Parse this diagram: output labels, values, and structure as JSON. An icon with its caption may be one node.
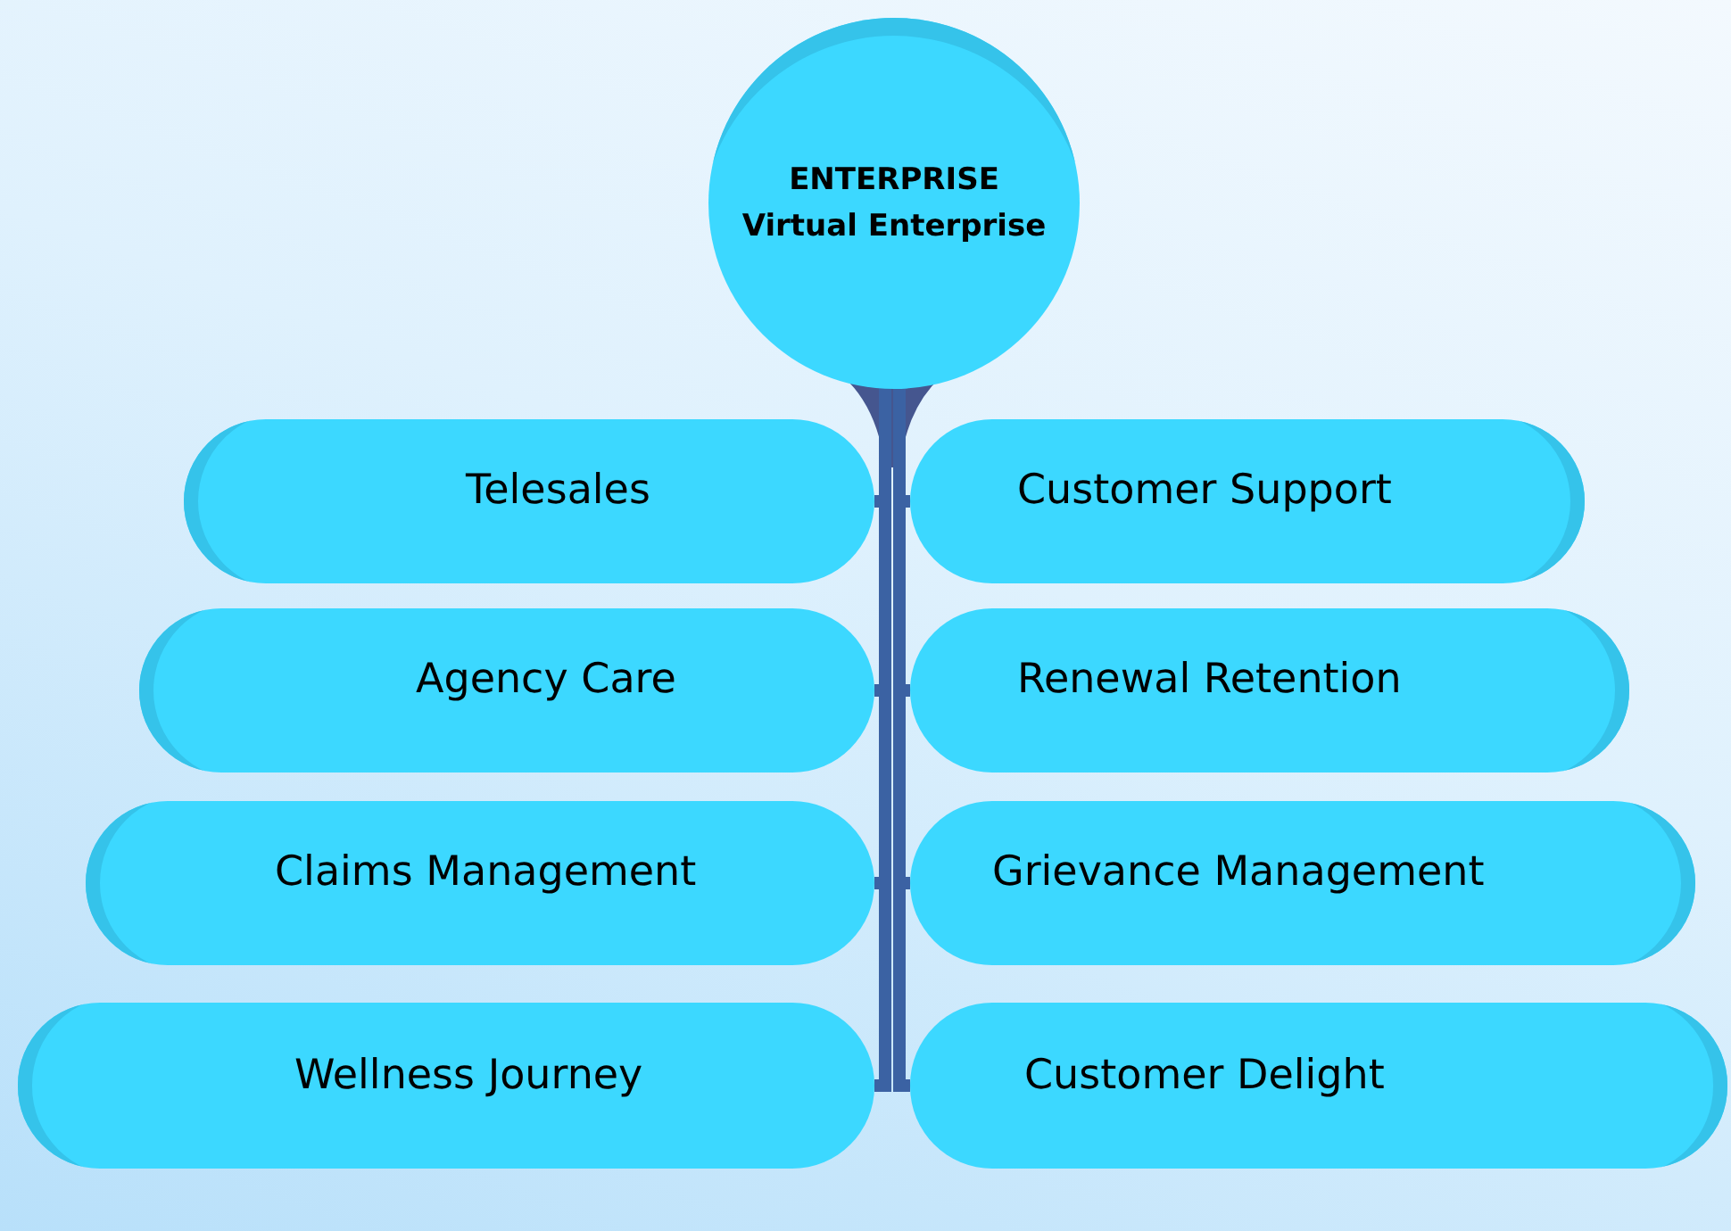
{
  "diagram": {
    "nodes": [
      {
        "text": [
          "ENTERPRISE",
          "Virtual Enterprise"
        ]
      },
      {
        "text": [
          "Telesales"
        ]
      },
      {
        "text": [
          "Customer Support"
        ]
      },
      {
        "text": [
          "Agency Care"
        ]
      },
      {
        "text": [
          "Renewal Retention"
        ]
      },
      {
        "text": [
          "Claims Management"
        ]
      },
      {
        "text": [
          "Grievance Management"
        ]
      },
      {
        "text": [
          "Wellness Journey"
        ]
      },
      {
        "text": [
          "Customer Delight"
        ]
      }
    ],
    "edges": [
      {
        "from": 0,
        "to": 1,
        "arrow": "none"
      },
      {
        "from": 0,
        "to": 2,
        "arrow": "none"
      },
      {
        "from": 0,
        "to": 3,
        "arrow": "none"
      },
      {
        "from": 0,
        "to": 4,
        "arrow": "none"
      },
      {
        "from": 0,
        "to": 5,
        "arrow": "none"
      },
      {
        "from": 0,
        "to": 6,
        "arrow": "none"
      },
      {
        "from": 0,
        "to": 7,
        "arrow": "none"
      },
      {
        "from": 0,
        "to": 8,
        "arrow": "none"
      }
    ]
  }
}
